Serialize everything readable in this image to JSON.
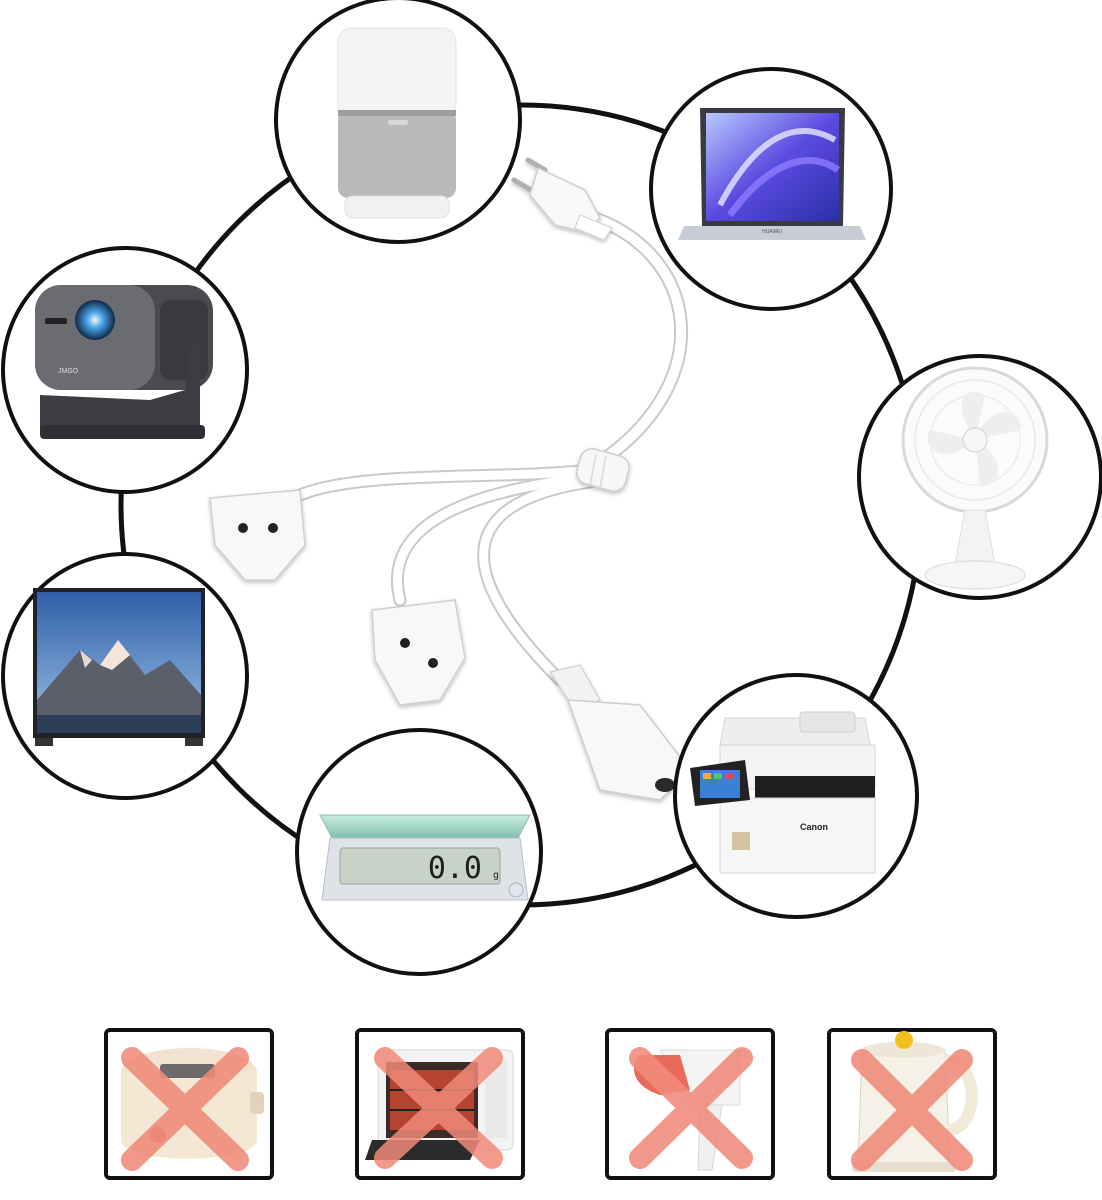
{
  "brand_labels": {
    "projector": "JMGO",
    "printer": "Canon",
    "laptop": "HUAWEI"
  },
  "scale_display": {
    "reading": "0.0",
    "unit": "g"
  },
  "devices_ok": [
    "smart-speaker",
    "laptop",
    "projector",
    "desk-fan",
    "television",
    "printer",
    "kitchen-scale"
  ],
  "devices_not_ok": [
    "rice-cooker",
    "toaster-oven",
    "hair-dryer",
    "electric-kettle"
  ],
  "colors": {
    "ring": "#111111",
    "cross": "#f08a7a",
    "cable": "#ffffff",
    "tile_border": "#111111"
  }
}
